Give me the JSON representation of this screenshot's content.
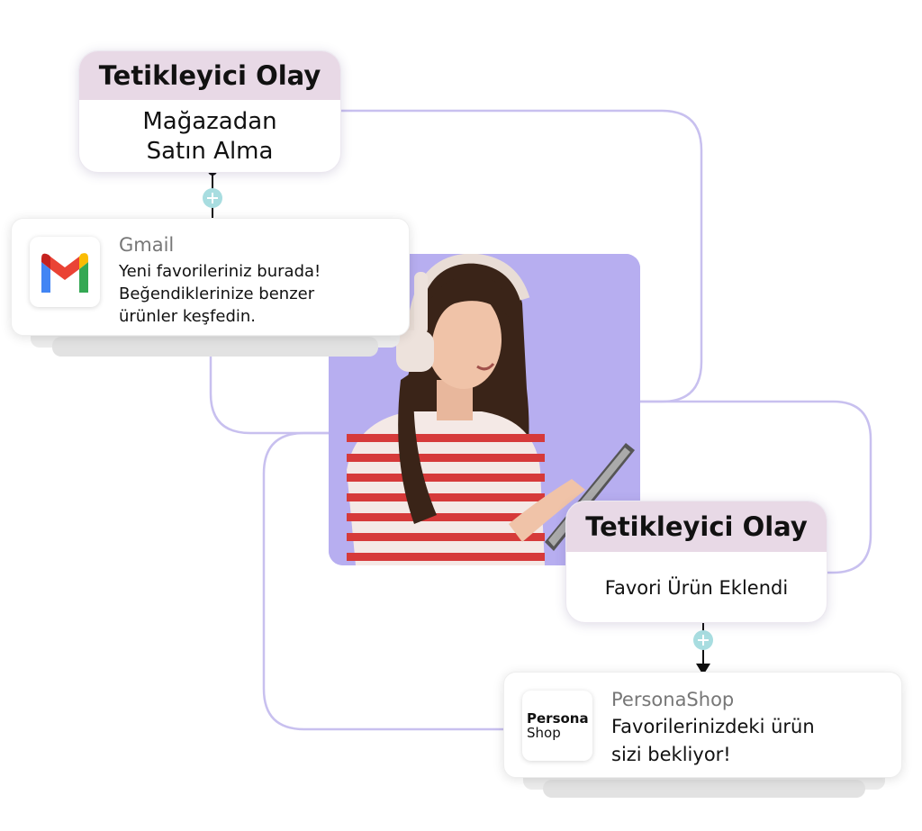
{
  "colors": {
    "connector": "#c8c0ef",
    "trigger_header": "#e8d9e6",
    "photo_bg": "#b7aef0",
    "add_node": "#a8dde0"
  },
  "trigger_1": {
    "title": "Tetikleyici Olay",
    "line_1": "Mağazadan",
    "line_2": "Satın Alma"
  },
  "gmail": {
    "sender": "Gmail",
    "line_1": "Yeni favorileriniz burada!",
    "line_2": "Beğendiklerinize benzer",
    "line_3": "ürünler keşfedin.",
    "icon": "gmail-logo-icon"
  },
  "trigger_2": {
    "title": "Tetikleyici Olay",
    "text": "Favori Ürün Eklendi"
  },
  "persona": {
    "sender": "PersonaShop",
    "brand_bold": "Persona",
    "brand_light": "Shop",
    "line_1": "Favorilerinizdeki ürün",
    "line_2": "sizi bekliyor!"
  },
  "photo": {
    "icon": "woman-with-headphones-and-tablet-photo"
  }
}
